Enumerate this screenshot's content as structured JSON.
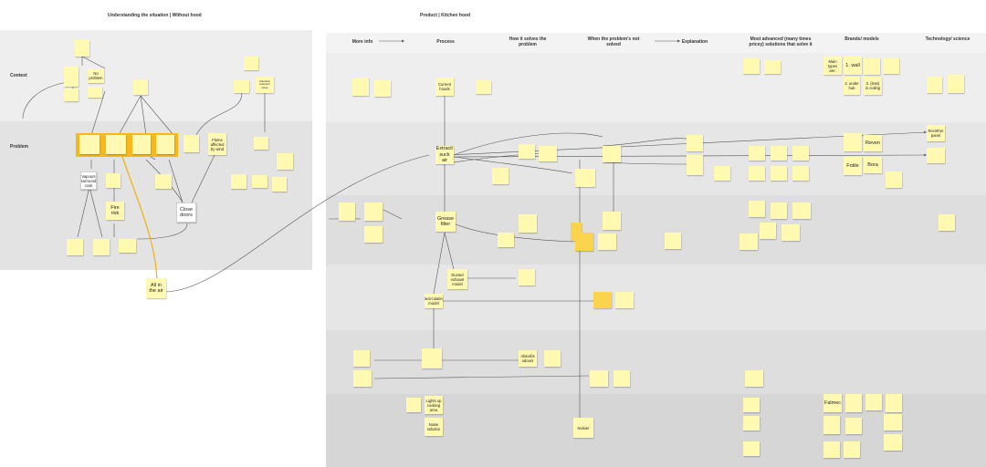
{
  "frames": {
    "left_title": "Understanding the situation | Without hood",
    "right_title": "Product | Kitchen hood"
  },
  "left": {
    "rows": {
      "context": "Context",
      "problem": "Problem"
    },
    "notes": {
      "vapours": "Vapours surround cook",
      "fire": "Fire risk",
      "close": "Close doors",
      "flame": "Flame affected by wind",
      "air": "All in the air",
      "noprob": "No problem",
      "induction": "Induction (electric) stove"
    }
  },
  "right": {
    "columns": {
      "more_info": "More info",
      "process": "Process",
      "how": "How it solves the problem",
      "when": "When the problem's not solved",
      "explanation": "Explanation",
      "advanced": "Most advanced (many times pricey) solutions that solve it",
      "brands": "Brands/ models",
      "tech": "Technology/ science"
    },
    "notes": {
      "current": "Current hoods",
      "extract": "Extract/ suck air",
      "grease": "Grease filter",
      "ducted": "Ducted exhaust model",
      "absorbs": "Absorbs odours",
      "noise": "Noise solution",
      "lights": "Lights up cooking area",
      "noisier": "Noisier",
      "wall": "1. wall",
      "under": "2. under hub",
      "ceiling": "3. (less) in ceiling",
      "main_types": "Main types are:",
      "reven": "Reven",
      "fotile": "Fotile",
      "bora": "Bora",
      "falmec": "Falmec",
      "recirc": "Recirculating model",
      "recircpanel": "Recirther panel"
    }
  }
}
